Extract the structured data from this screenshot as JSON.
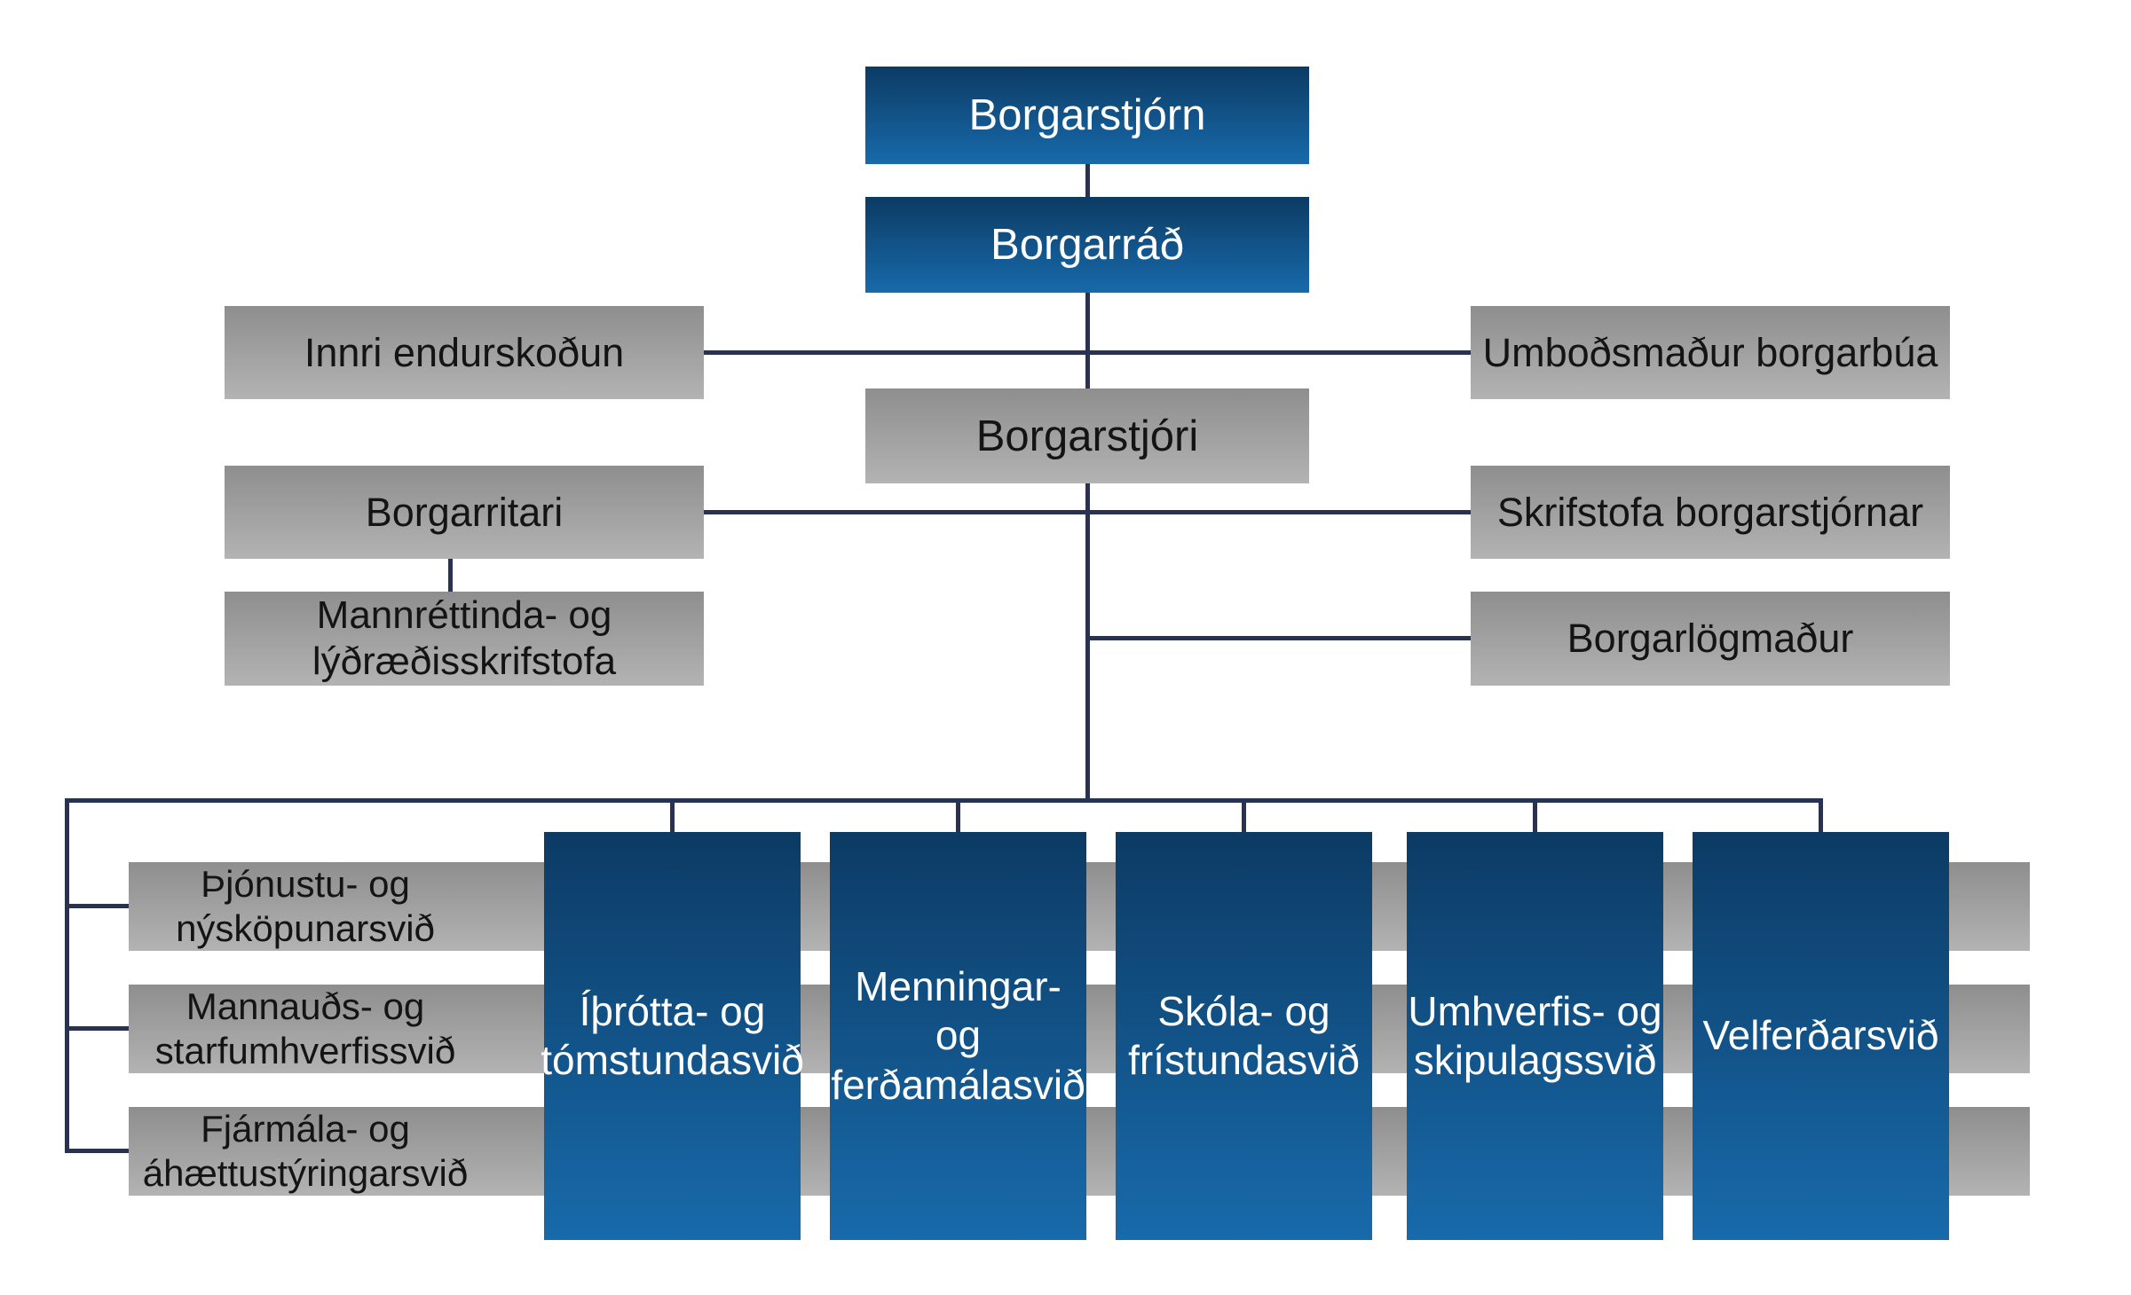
{
  "colors": {
    "background": "#ffffff",
    "blue_gradient_top": "#0c3b64",
    "blue_gradient_bottom": "#186aab",
    "gray_gradient_top": "#8e8e8e",
    "gray_gradient_bottom": "#b3b3b3",
    "connector_line": "#283253",
    "text_on_blue": "#ffffff",
    "text_on_gray": "#141414"
  },
  "top_nodes": {
    "borgarstjorn": {
      "label": "Borgarstjórn"
    },
    "borgarrad": {
      "label": "Borgarráð"
    },
    "borgarstjori": {
      "label": "Borgarstjóri"
    }
  },
  "left_nodes": {
    "innri_endurskodun": {
      "label": "Innri endurskoðun"
    },
    "borgarritari": {
      "label": "Borgarritari"
    },
    "mannrettinda": {
      "line1": "Mannréttinda- og",
      "line2": "lýðræðisskrifstofa"
    }
  },
  "right_nodes": {
    "umbodsmadur": {
      "label": "Umboðsmaður borgarbúa"
    },
    "skrifstofa_borgarstjornar": {
      "label": "Skrifstofa borgarstjórnar"
    },
    "borgarlogmadur": {
      "label": "Borgarlögmaður"
    }
  },
  "divisions_horizontal": [
    {
      "line1": "Þjónustu- og",
      "line2": "nýsköpunarsvið"
    },
    {
      "line1": "Mannauðs- og",
      "line2": "starfumhverfissvið"
    },
    {
      "line1": "Fjármála- og",
      "line2": "áhættustýringarsvið"
    }
  ],
  "divisions_vertical": [
    {
      "line1": "Íþrótta- og",
      "line2": "tómstundasvið"
    },
    {
      "line1": "Menningar- og",
      "line2": "ferðamálasvið"
    },
    {
      "line1": "Skóla- og",
      "line2": "frístundasvið"
    },
    {
      "line1": "Umhverfis- og",
      "line2": "skipulagssvið"
    },
    {
      "line1": "Velferðarsvið"
    }
  ]
}
